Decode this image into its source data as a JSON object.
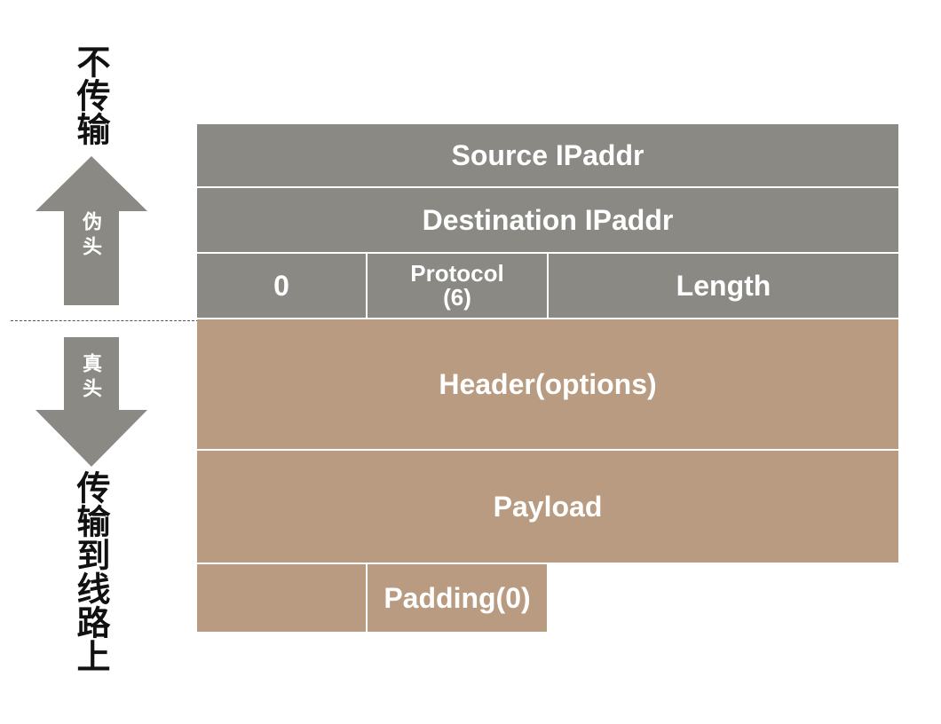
{
  "side": {
    "top_label": "不传输",
    "bottom_label": "传输到线路上"
  },
  "arrows": {
    "up_label": "伪头",
    "down_label": "真头"
  },
  "pseudo_header": {
    "source": "Source IPaddr",
    "destination": "Destination IPaddr",
    "zero": "0",
    "protocol_line1": "Protocol",
    "protocol_line2": "(6)",
    "length": "Length"
  },
  "real_header": {
    "header": "Header(options)",
    "payload": "Payload",
    "padding": "Padding(0)"
  },
  "colors": {
    "pseudo_fill": "#8a8983",
    "real_fill": "#b89b80",
    "arrow_fill": "#8a8983",
    "text": "#ffffff"
  }
}
